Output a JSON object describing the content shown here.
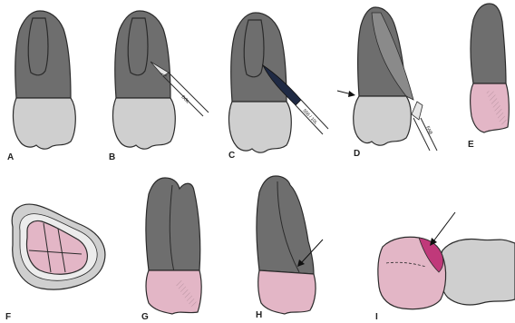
{
  "panels": {
    "a": {
      "label": "A"
    },
    "b": {
      "label": "B",
      "instrument_text": "DGL"
    },
    "c": {
      "label": "C",
      "instrument_text": "556 / 10L"
    },
    "d": {
      "label": "D",
      "instrument_text": "FAB"
    },
    "e": {
      "label": "E"
    },
    "f": {
      "label": "F"
    },
    "g": {
      "label": "G"
    },
    "h": {
      "label": "H"
    },
    "i": {
      "label": "I"
    }
  },
  "colors": {
    "root": "#6e6e6e",
    "crown": "#cfcfcf",
    "preparation": "#e3b6c6",
    "outline": "#2b2b2b",
    "highlight": "#c0397a",
    "instrument": "#1f2a44"
  }
}
